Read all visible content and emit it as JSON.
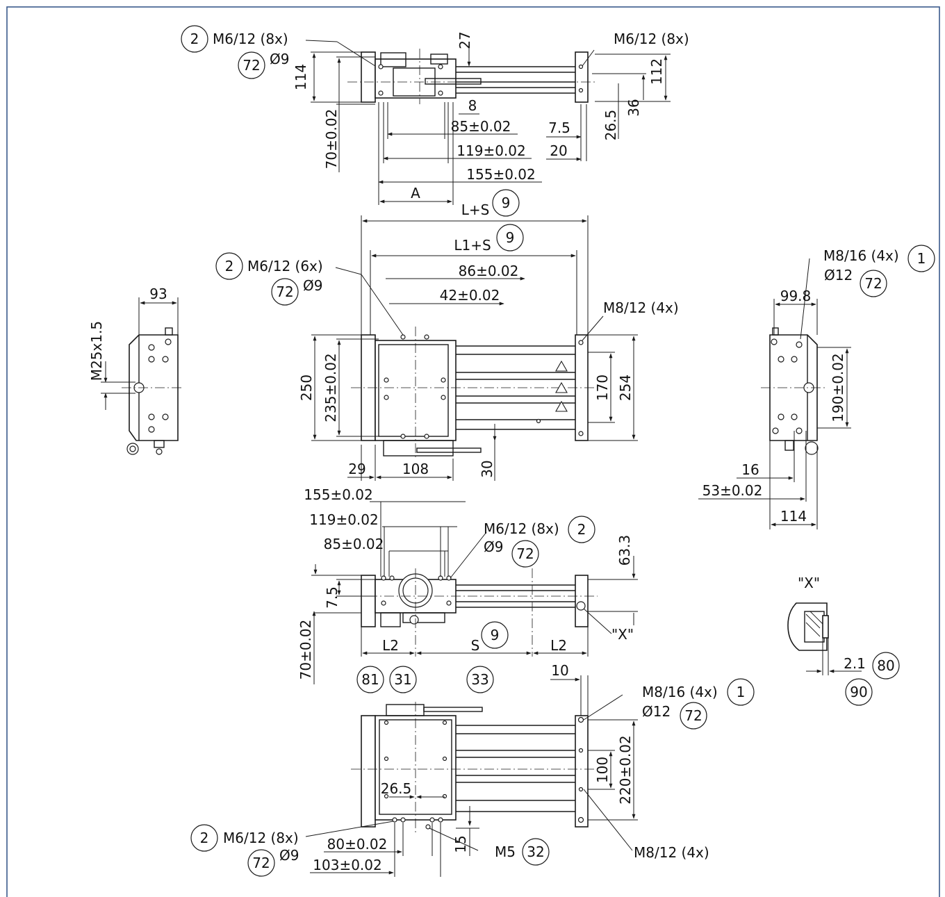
{
  "views": {
    "top": {
      "labels": {
        "bubble_2": "2",
        "thread_8x": "M6/12 (8x)",
        "bubble_72": "72",
        "dia_9": "Ø9",
        "dim_114": "114",
        "dim_27": "27",
        "dim_70": "70±0.02",
        "dim_8": "8",
        "dim_85": "85±0.02",
        "dim_119": "119±0.02",
        "dim_155": "155±0.02",
        "dim_A": "A",
        "thread_right": "M6/12 (8x)",
        "dim_112": "112",
        "dim_36": "36",
        "dim_26_5": "26.5",
        "dim_7_5": "7.5",
        "dim_20": "20"
      }
    },
    "front": {
      "labels": {
        "dim_LS": "L+S",
        "bubble_9a": "9",
        "dim_L1S": "L1+S",
        "bubble_9b": "9",
        "bubble_2": "2",
        "thread_6x": "M6/12 (6x)",
        "bubble_72": "72",
        "dia_9": "Ø9",
        "dim_86": "86±0.02",
        "dim_42": "42±0.02",
        "thread_m8": "M8/12 (4x)",
        "dim_250": "250",
        "dim_235": "235±0.02",
        "dim_170": "170",
        "dim_254": "254",
        "dim_29": "29",
        "dim_108": "108",
        "dim_30": "30"
      }
    },
    "left": {
      "labels": {
        "dim_93": "93",
        "thread_m25": "M25x1.5"
      }
    },
    "right": {
      "labels": {
        "thread_m8": "M8/16 (4x)",
        "bubble_1": "1",
        "dia_12": "Ø12",
        "bubble_72": "72",
        "dim_99_8": "99.8",
        "dim_190": "190±0.02",
        "dim_16": "16",
        "dim_53": "53±0.02",
        "dim_114": "114"
      }
    },
    "bottom": {
      "labels": {
        "dim_155": "155±0.02",
        "dim_119": "119±0.02",
        "dim_85": "85±0.02",
        "thread_8x": "M6/12 (8x)",
        "bubble_2": "2",
        "dia_9": "Ø9",
        "bubble_72": "72",
        "dim_63_3": "63.3",
        "dim_7_5": "7.5",
        "dim_70": "70±0.02",
        "mark_X": "\"X\"",
        "dim_L2a": "L2",
        "dim_S": "S",
        "bubble_9": "9",
        "dim_L2b": "L2"
      }
    },
    "underside": {
      "labels": {
        "bubble_81": "81",
        "bubble_31": "31",
        "bubble_33": "33",
        "dim_10": "10",
        "thread_m8_16": "M8/16 (4x)",
        "bubble_1": "1",
        "dia_12": "Ø12",
        "bubble_72a": "72",
        "dim_100": "100",
        "dim_220": "220±0.02",
        "dim_26_5": "26.5",
        "bubble_2": "2",
        "thread_8x": "M6/12 (8x)",
        "dia_9": "Ø9",
        "bubble_72b": "72",
        "dim_80": "80±0.02",
        "dim_103": "103±0.02",
        "dim_15": "15",
        "thread_m5": "M5",
        "bubble_32": "32",
        "thread_m8_12": "M8/12 (4x)"
      }
    },
    "detail_x": {
      "labels": {
        "title": "\"X\"",
        "dim_2_1": "2.1",
        "bubble_80": "80",
        "bubble_90": "90"
      }
    }
  },
  "colors": {
    "line": "#1a1a1a",
    "frame": "#3a5a8c",
    "background": "#ffffff"
  }
}
